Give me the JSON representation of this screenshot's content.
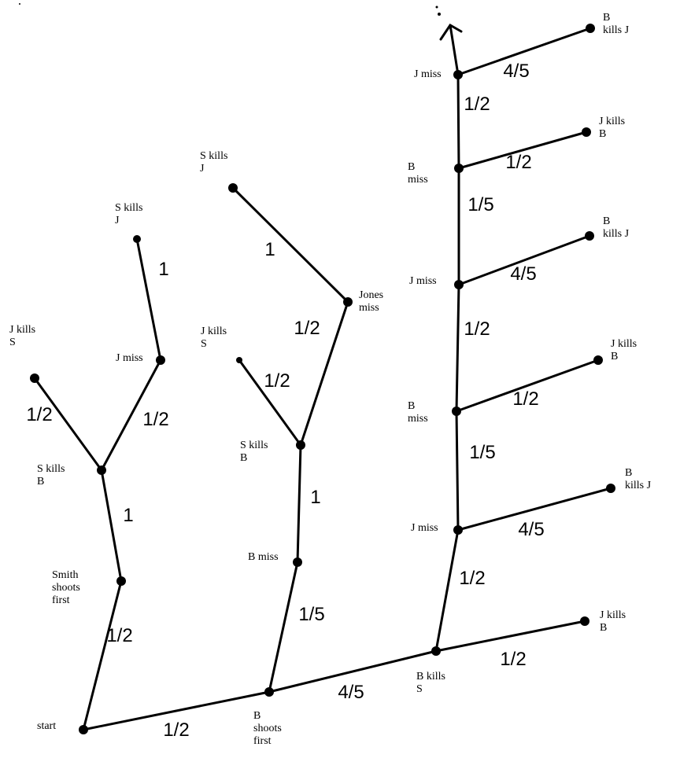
{
  "nodes": {
    "start": "start",
    "smith_first": "Smith\nshoots\nfirst",
    "b_first": "B\nshoots\nfirst",
    "s_kills_b_1": "S kills\nB",
    "j_kills_s_1": "J kills\nS",
    "j_miss_1": "J miss",
    "s_kills_j_1": "S kills\nJ",
    "b_miss_1": "B miss",
    "s_kills_b_2": "S kills\nB",
    "j_kills_s_2": "J kills\nS",
    "jones_miss": "Jones\nmiss",
    "s_kills_j_2": "S kills\nJ",
    "b_kills_s": "B kills\nS",
    "j_kills_b_1": "J kills\nB",
    "j_miss_2": "J miss",
    "b_kills_j_1": "B\nkills J",
    "b_miss_2": "B\nmiss",
    "j_kills_b_2": "J kills\nB",
    "j_miss_3": "J miss",
    "b_kills_j_2": "B\nkills J",
    "b_miss_3": "B\nmiss",
    "j_kills_b_3": "J kills\nB",
    "j_miss_4": "J miss",
    "b_kills_j_3": "B\nkills J"
  },
  "probabilities": {
    "start_smith": "1/2",
    "start_b": "1/2",
    "smith_skb": "1",
    "skb_jks": "1/2",
    "skb_jmiss": "1/2",
    "jmiss_skj": "1",
    "b_bmiss": "1/5",
    "b_bks": "4/5",
    "bmiss_skb": "1",
    "skb2_jks": "1/2",
    "skb2_jonesmiss": "1/2",
    "jonesmiss_skj": "1",
    "bks_jkb": "1/2",
    "bks_jmiss": "1/2",
    "jmiss2_bkj": "4/5",
    "jmiss2_bmiss": "1/5",
    "bmiss2_jkb": "1/2",
    "bmiss2_jmiss": "1/2",
    "jmiss3_bkj": "4/5",
    "jmiss3_bmiss": "1/5",
    "bmiss3_jkb": "1/2",
    "bmiss3_jmiss": "1/2",
    "jmiss4_bkj": "4/5"
  },
  "colors": {
    "ink": "#000000",
    "background": "#ffffff"
  }
}
